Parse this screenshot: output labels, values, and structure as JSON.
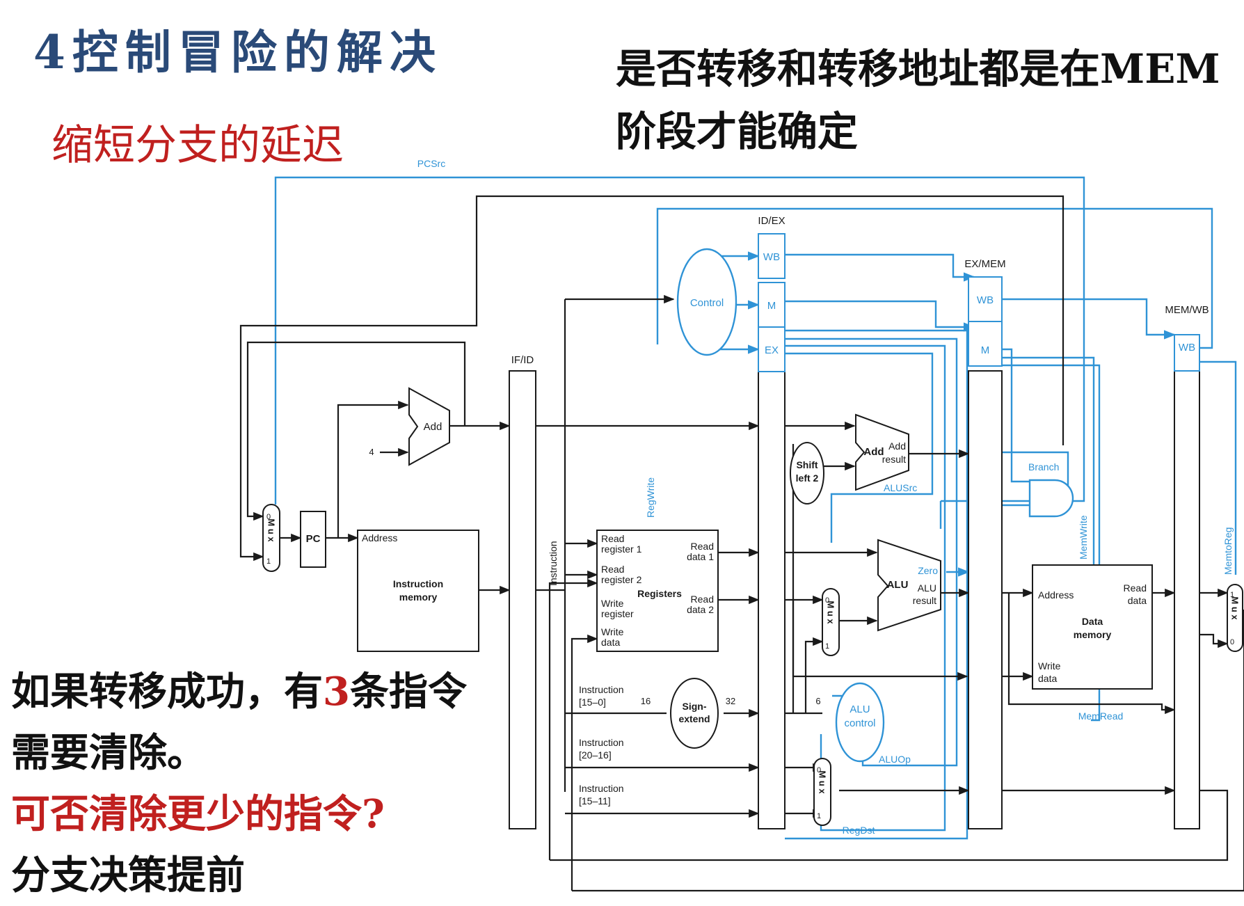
{
  "slide": {
    "title": "4控制冒险的解决",
    "subtitle": "缩短分支的延迟",
    "note_top": "是否转移和转移地址都是在MEM阶段才能确定",
    "note_bottom": {
      "line1_prefix": "如果转移成功，有",
      "line1_count": "3",
      "line1_suffix": "条指令",
      "line2": "需要清除。",
      "line3": "可否清除更少的指令?",
      "line4": "分支决策提前"
    }
  },
  "colors": {
    "title": "#2a4a78",
    "highlight": "#c0201f",
    "control": "#2f93d6",
    "datapath": "#1a1a1a"
  },
  "diagram": {
    "stages": {
      "ifid": "IF/ID",
      "idex": "ID/EX",
      "exmem": "EX/MEM",
      "memwb": "MEM/WB"
    },
    "fields": {
      "wb": "WB",
      "m": "M",
      "ex": "EX"
    },
    "control": "Control",
    "pc": "PC",
    "add": "Add",
    "four": "4",
    "mux": "M u x",
    "mux_in0": "0",
    "mux_in1": "1",
    "instr_mem": {
      "address": "Address",
      "l1": "Instruction",
      "l2": "memory"
    },
    "instruction_bus": "Instruction",
    "registers": {
      "rr1a": "Read",
      "rr1b": "register 1",
      "rr2a": "Read",
      "rr2b": "register 2",
      "wra": "Write",
      "wrb": "register",
      "wda": "Write",
      "wdb": "data",
      "rd1a": "Read",
      "rd1b": "data 1",
      "rd2a": "Read",
      "rd2b": "data 2",
      "name": "Registers"
    },
    "shift": {
      "l1": "Shift",
      "l2": "left 2"
    },
    "add_ex": {
      "name": "Add",
      "r1": "Add",
      "r2": "result"
    },
    "alu": {
      "name": "ALU",
      "zero": "Zero",
      "r1": "ALU",
      "r2": "result"
    },
    "sign_extend": {
      "l1": "Sign-",
      "l2": "extend",
      "in_bits": "16",
      "out_bits": "32"
    },
    "alu_control": {
      "l1": "ALU",
      "l2": "control",
      "bits": "6"
    },
    "instr_fields": {
      "f1a": "Instruction",
      "f1b": "[15–0]",
      "f2a": "Instruction",
      "f2b": "[20–16]",
      "f3a": "Instruction",
      "f3b": "[15–11]"
    },
    "data_mem": {
      "address": "Address",
      "rda": "Read",
      "rdb": "data",
      "l1": "Data",
      "l2": "memory",
      "wda": "Write",
      "wdb": "data"
    },
    "signals": {
      "pcsrc": "PCSrc",
      "regwrite": "RegWrite",
      "branch": "Branch",
      "alusrc": "ALUSrc",
      "memwrite": "MemWrite",
      "memtoreg": "MemtoReg",
      "memread": "MemRead",
      "aluop": "ALUOp",
      "regdst": "RegDst"
    }
  }
}
